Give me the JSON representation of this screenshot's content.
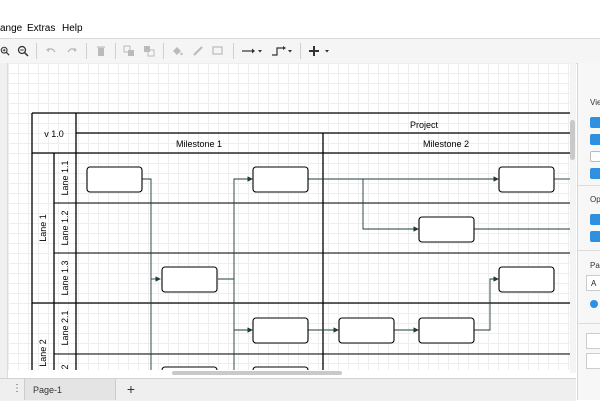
{
  "menu": {
    "arrange": "ange",
    "extras": "Extras",
    "help": "Help"
  },
  "toolbar": {
    "zoom_in_icon": "zoom-in-icon",
    "zoom_out_icon": "zoom-out-icon",
    "undo_icon": "undo-icon",
    "redo_icon": "redo-icon",
    "delete_icon": "trash-icon",
    "to_front_icon": "to-front-icon",
    "to_back_icon": "to-back-icon",
    "fill_icon": "fill-color-icon",
    "line_color_icon": "line-color-icon",
    "shadow_icon": "shadow-icon",
    "connection_icon": "connection-arrow-icon",
    "waypoints_icon": "waypoints-icon",
    "insert_icon": "plus-icon"
  },
  "diagram": {
    "version": "v 1.0",
    "project": "Project",
    "milestones": [
      "Milestone 1",
      "Milestone 2"
    ],
    "lanes": [
      "Lane 1",
      "Lane 2"
    ],
    "sublanes": [
      "Lane 1.1",
      "Lane 1.2",
      "Lane 1.3",
      "Lane 2.1",
      "2"
    ]
  },
  "right_panel": {
    "view_label": "Vie",
    "options_label": "Op",
    "paper_label": "Pa",
    "paper_value": "A"
  },
  "footer": {
    "page_tab": "Page-1",
    "add_page": "+",
    "menu_dots": "⋮"
  }
}
